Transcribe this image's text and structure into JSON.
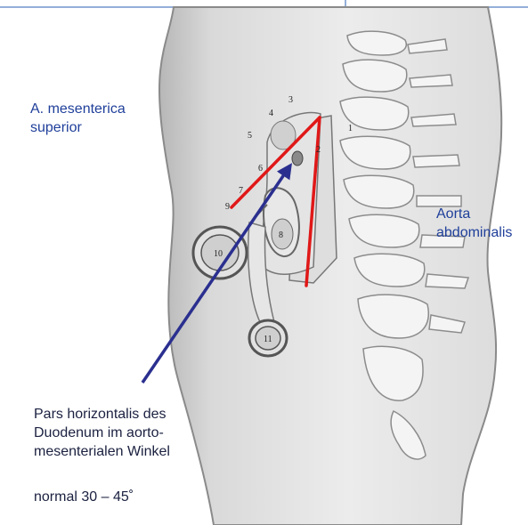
{
  "labels": {
    "sma": "A. mesenterica\nsuperior",
    "aorta": "Aorta\nabdominalis",
    "duodenum": "Pars horizontalis des\nDuodenum im aorto-\nmesenterialen Winkel",
    "normal": "normal 30 – 45˚"
  },
  "numbers": [
    "1",
    "2",
    "3",
    "4",
    "5",
    "6",
    "7",
    "8",
    "9",
    "10",
    "11"
  ],
  "colors": {
    "label_text": "#1f3f9a",
    "angle_lines": "#e01818",
    "arrow": "#2a2f8f",
    "frame_line": "#2a5fb0"
  }
}
